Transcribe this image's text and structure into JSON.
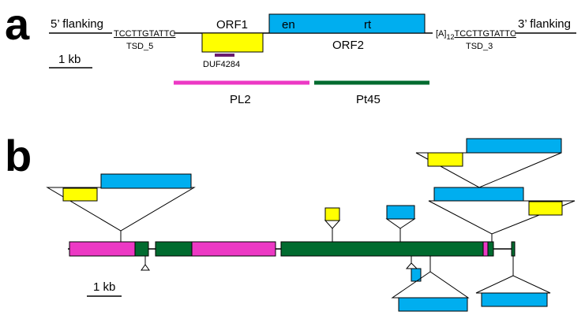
{
  "panel_a": {
    "label": "a",
    "five_flanking": "5’ flanking",
    "three_flanking": "3’ flanking",
    "tsd5_seq": "TCCTTGTATTC",
    "tsd5_label": "TSD_5",
    "tsd3_prefix": "[A]",
    "tsd3_sub": "12",
    "tsd3_seq": "TCCTTGTATTC",
    "tsd3_label": "TSD_3",
    "orf1": "ORF1",
    "orf2": "ORF2",
    "en": "en",
    "rt": "rt",
    "duf": "DUF4284",
    "scale": "1 kb",
    "pl2": "PL2",
    "pt45": "Pt45"
  },
  "panel_b": {
    "label": "b",
    "scale": "1 kb"
  },
  "colors": {
    "orf1": "#ffff00",
    "orf2": "#00aeef",
    "pl2": "#ec39c4",
    "pt45": "#006b2f",
    "duf": "#6a1b6e"
  }
}
